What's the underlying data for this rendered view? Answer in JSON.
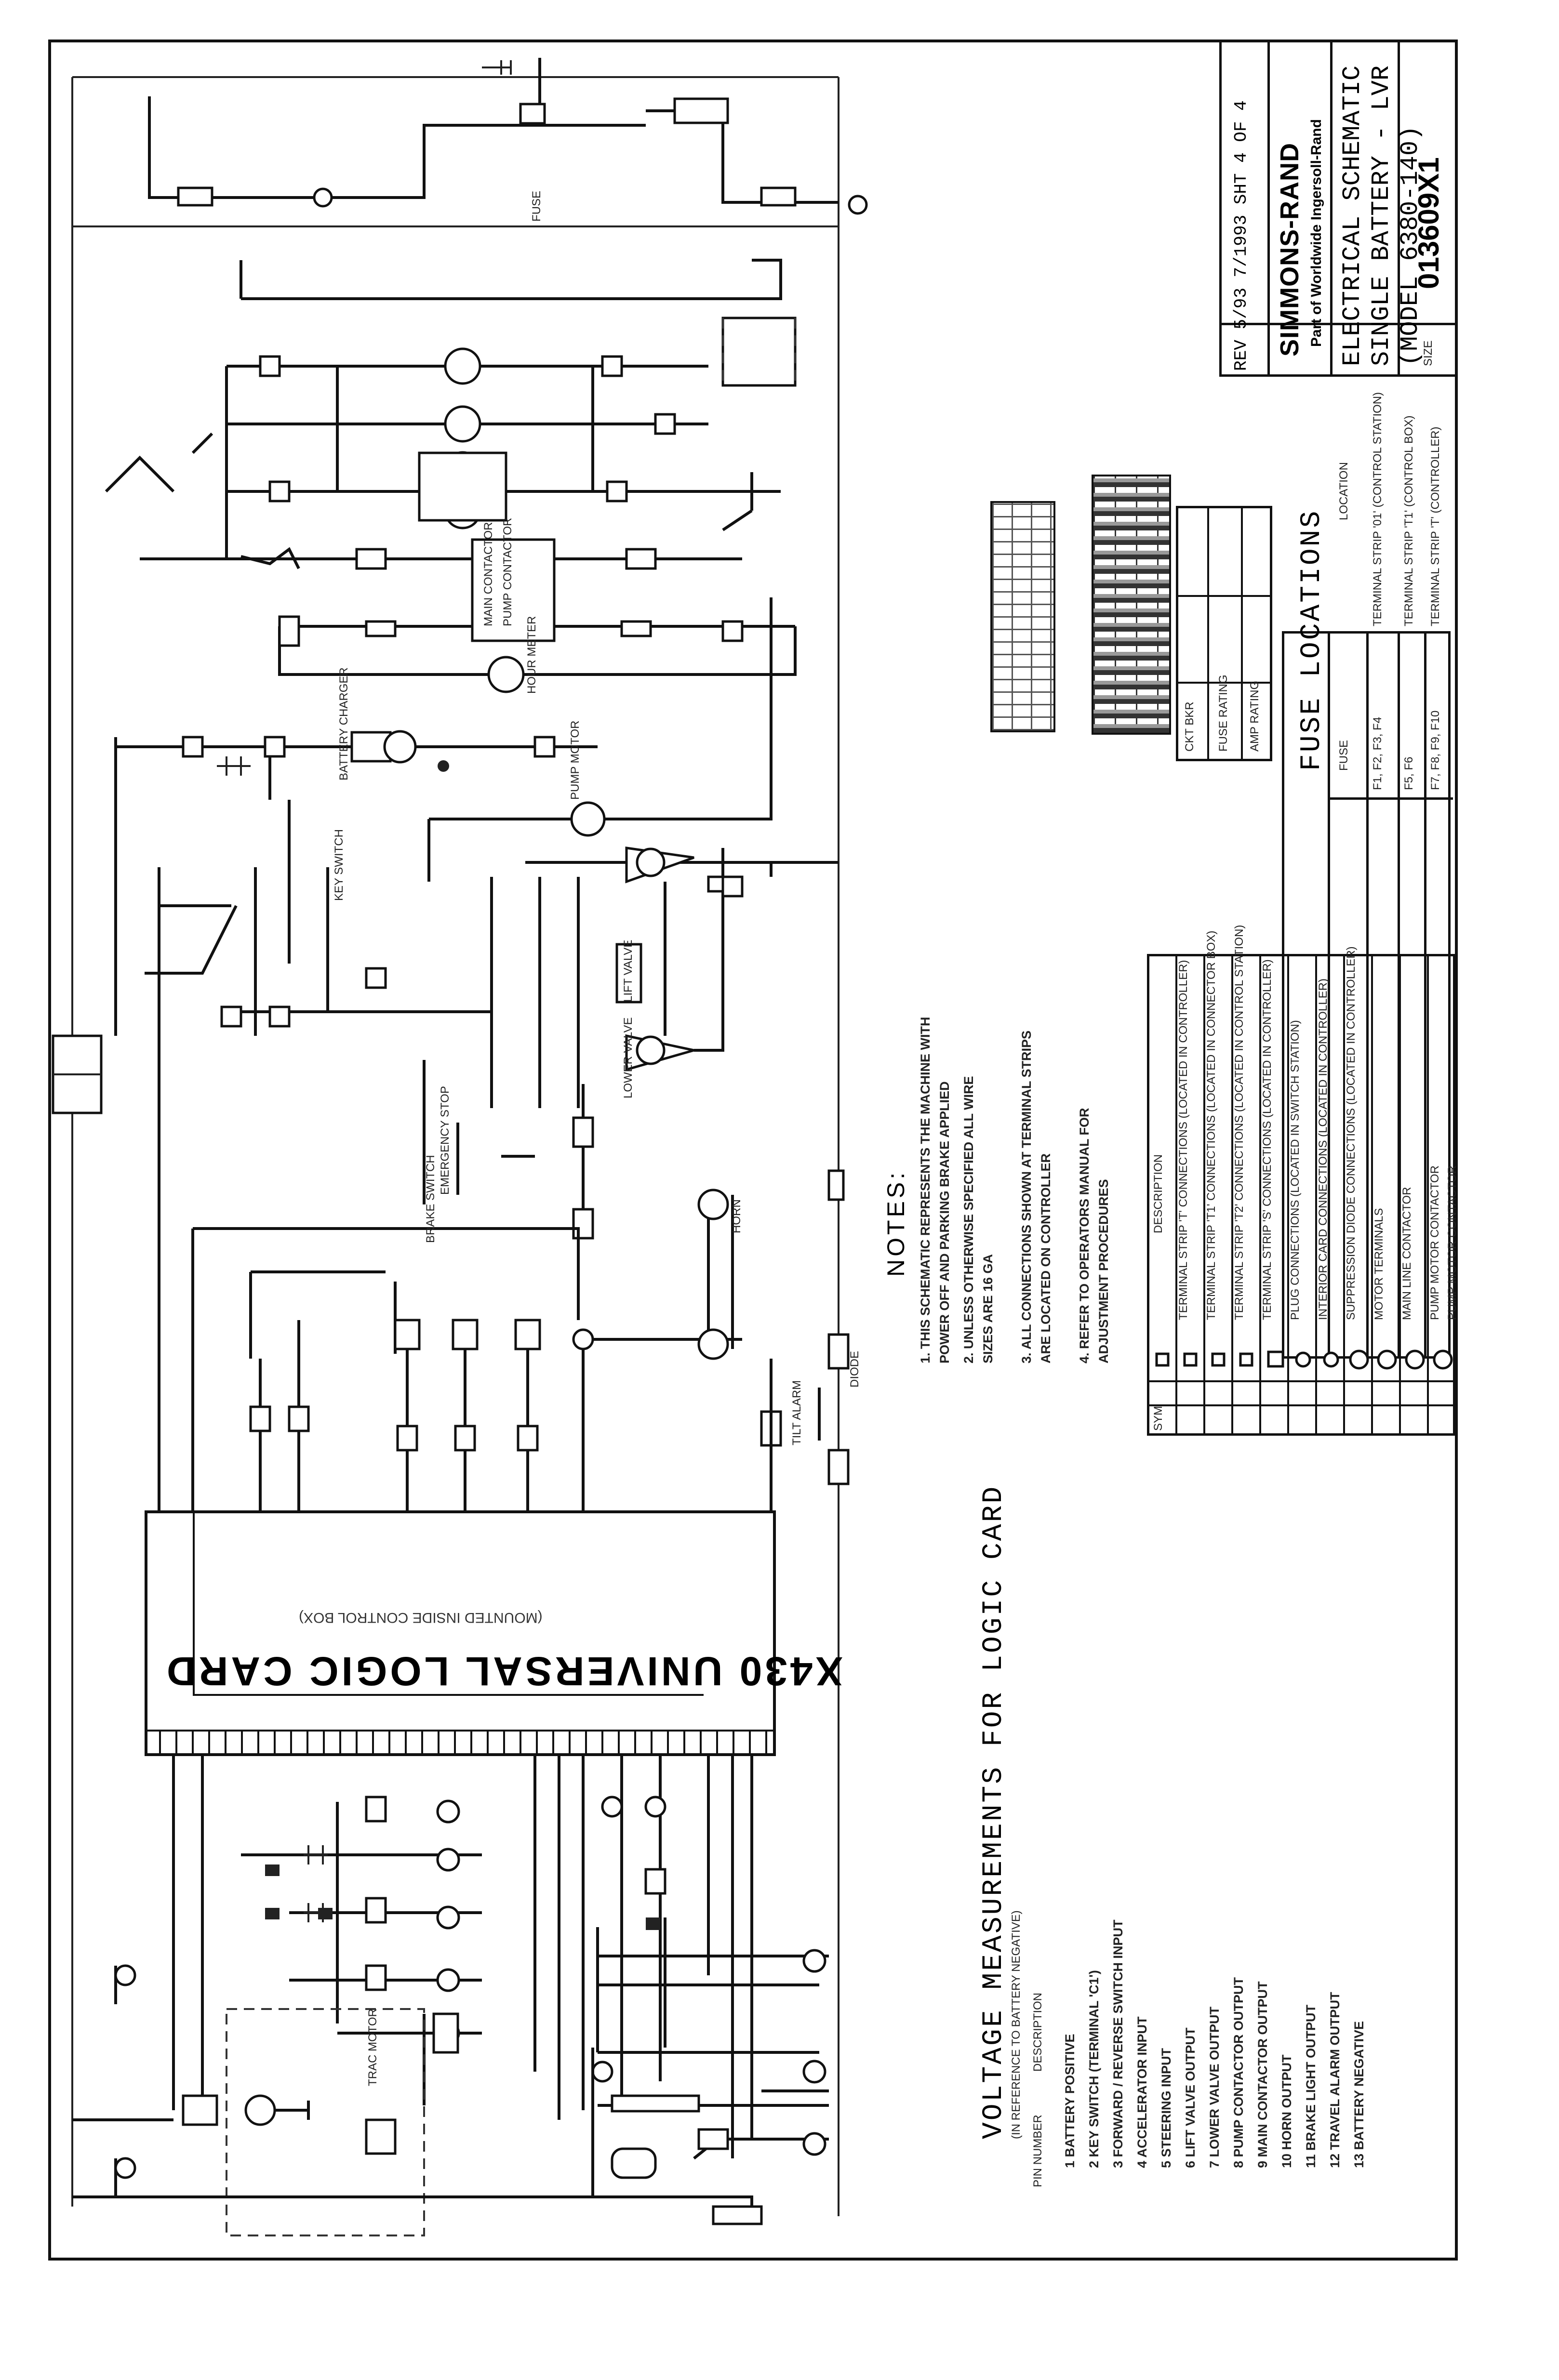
{
  "sheet": {
    "side_id": "EE1618"
  },
  "logic_card": {
    "title": "X430 UNIVERSAL LOGIC CARD",
    "subtitle": "(MOUNTED INSIDE CONTROL BOX)"
  },
  "title_block": {
    "brand": "SIMMONS-RAND",
    "brand_sub": "Part of Worldwide Ingersoll-Rand",
    "title_line_1": "ELECTRICAL SCHEMATIC",
    "title_line_2": "SINGLE BATTERY - LVR",
    "title_line_3": "(MODEL 6380-140)",
    "drawing_number": "013609X1",
    "revision": "REV  5/93  7/1993  SHT 4 OF 4",
    "size": "SIZE"
  },
  "fuse_table": {
    "heading": "FUSE LOCATIONS",
    "columns": [
      "FUSE",
      "LOCATION"
    ],
    "rows": [
      {
        "fuse": "F1, F2, F3, F4",
        "location": "TERMINAL STRIP '01' (CONTROL STATION)"
      },
      {
        "fuse": "F5, F6",
        "location": "TERMINAL STRIP 'T1' (CONTROL BOX)"
      },
      {
        "fuse": "F7, F8, F9, F10",
        "location": "TERMINAL STRIP 'T' (CONTROLLER)"
      }
    ]
  },
  "ratings_table": {
    "columns": [
      "CKT BKR",
      "FUSE RATING",
      "AMP RATING"
    ]
  },
  "connector_table": {
    "columns": [
      "SYM",
      "DESCRIPTION"
    ],
    "rows": [
      "TERMINAL STRIP 'T' CONNECTIONS (LOCATED IN CONTROLLER)",
      "TERMINAL STRIP 'T1' CONNECTIONS (LOCATED IN CONNECTOR BOX)",
      "TERMINAL STRIP 'T2' CONNECTIONS (LOCATED IN CONTROL STATION)",
      "TERMINAL STRIP 'S' CONNECTIONS (LOCATED IN CONTROLLER)",
      "PLUG CONNECTIONS (LOCATED IN SWITCH STATION)",
      "INTERIOR CARD CONNECTIONS (LOCATED IN CONTROLLER)",
      "SUPPRESSION DIODE CONNECTIONS (LOCATED IN CONTROLLER)",
      "MOTOR TERMINALS",
      "MAIN LINE CONTACTOR",
      "PUMP MOTOR CONTACTOR",
      "PUMP MOTOR CONTACTOR"
    ]
  },
  "notes": {
    "heading": "NOTES:",
    "lines": [
      "1. THIS SCHEMATIC REPRESENTS THE MACHINE WITH",
      "   POWER OFF AND PARKING BRAKE APPLIED",
      "2. UNLESS OTHERWISE SPECIFIED ALL WIRE",
      "   SIZES ARE 16 GA",
      "3. ALL CONNECTIONS SHOWN AT TERMINAL STRIPS",
      "   ARE LOCATED ON CONTROLLER",
      "4. REFER TO OPERATORS MANUAL FOR",
      "   ADJUSTMENT PROCEDURES"
    ]
  },
  "voltage_measurements": {
    "heading": "VOLTAGE MEASUREMENTS FOR LOGIC CARD",
    "subheading": "(IN REFERENCE TO BATTERY NEGATIVE)",
    "column_labels": [
      "PIN NUMBER",
      "DESCRIPTION"
    ],
    "rows": [
      "1  BATTERY POSITIVE",
      "2  KEY SWITCH (TERMINAL 'C1')",
      "3  FORWARD / REVERSE SWITCH INPUT",
      "4  ACCELERATOR INPUT",
      "5  STEERING INPUT",
      "6  LIFT VALVE OUTPUT",
      "7  LOWER VALVE OUTPUT",
      "8  PUMP CONTACTOR OUTPUT",
      "9  MAIN CONTACTOR OUTPUT",
      "10 HORN OUTPUT",
      "11 BRAKE LIGHT OUTPUT",
      "12 TRAVEL ALARM OUTPUT",
      "13 BATTERY NEGATIVE"
    ]
  },
  "component_labels": {
    "main_contactor": "MAIN CONTACTOR",
    "pump_contactor": "PUMP CONTACTOR",
    "battery_charger": "BATTERY CHARGER",
    "traction_motor": "TRAC MOTOR",
    "pump_motor": "PUMP MOTOR",
    "key_switch": "KEY SWITCH",
    "emergency_stop": "EMERGENCY STOP",
    "hour_meter": "HOUR METER",
    "horn": "HORN",
    "lift_valve": "LIFT VALVE",
    "lower_valve": "LOWER VALVE",
    "brake_switch": "BRAKE SWITCH",
    "tilt_alarm": "TILT ALARM",
    "fuse": "FUSE",
    "diode": "DIODE"
  },
  "colors": {
    "ink": "#111111",
    "fill_grey": "#555555",
    "paper": "#ffffff"
  }
}
